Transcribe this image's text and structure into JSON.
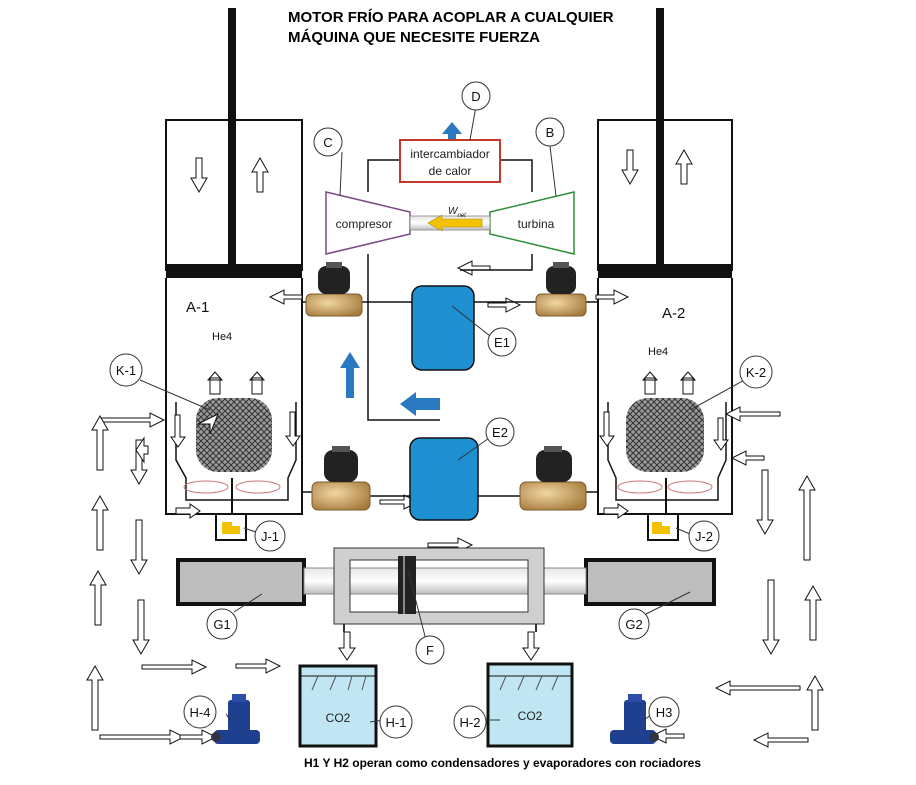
{
  "title": {
    "line1": "MOTOR FRÍO PARA ACOPLAR A CUALQUIER",
    "line2": "MÁQUINA QUE NECESITE FUERZA"
  },
  "footer": "H1 Y H2 operan como condensadores y evaporadores con rociadores",
  "cycle": {
    "exchanger_line1": "intercambiador",
    "exchanger_line2": "de calor",
    "compressor": "compresor",
    "turbine": "turbina",
    "work": "W",
    "work_sub": "net"
  },
  "callouts": {
    "B": "B",
    "C": "C",
    "D": "D",
    "E1": "E1",
    "E2": "E2",
    "F": "F",
    "G1": "G1",
    "G2": "G2",
    "H1": "H-1",
    "H2": "H-2",
    "H3": "H3",
    "H4": "H-4",
    "J1": "J-1",
    "J2": "J-2",
    "K1": "K-1",
    "K2": "K-2"
  },
  "chambers": {
    "left_label": "A-1",
    "right_label": "A-2",
    "gas_left": "He4",
    "gas_right": "He4"
  },
  "tanks": {
    "left_fluid": "CO2",
    "right_fluid": "CO2"
  },
  "colors": {
    "outline": "#111111",
    "vessel_blue": "#1e8fd0",
    "exchanger_red": "#c0392b",
    "machine_purple": "#7a4a86",
    "machine_green": "#2f8f3a",
    "water": "#bfe6f2",
    "valve_brass": "#c8a064",
    "pump_blue": "#1f3f8f",
    "jet_yellow": "#f2c200",
    "arrow_blue": "#2a78c0"
  }
}
